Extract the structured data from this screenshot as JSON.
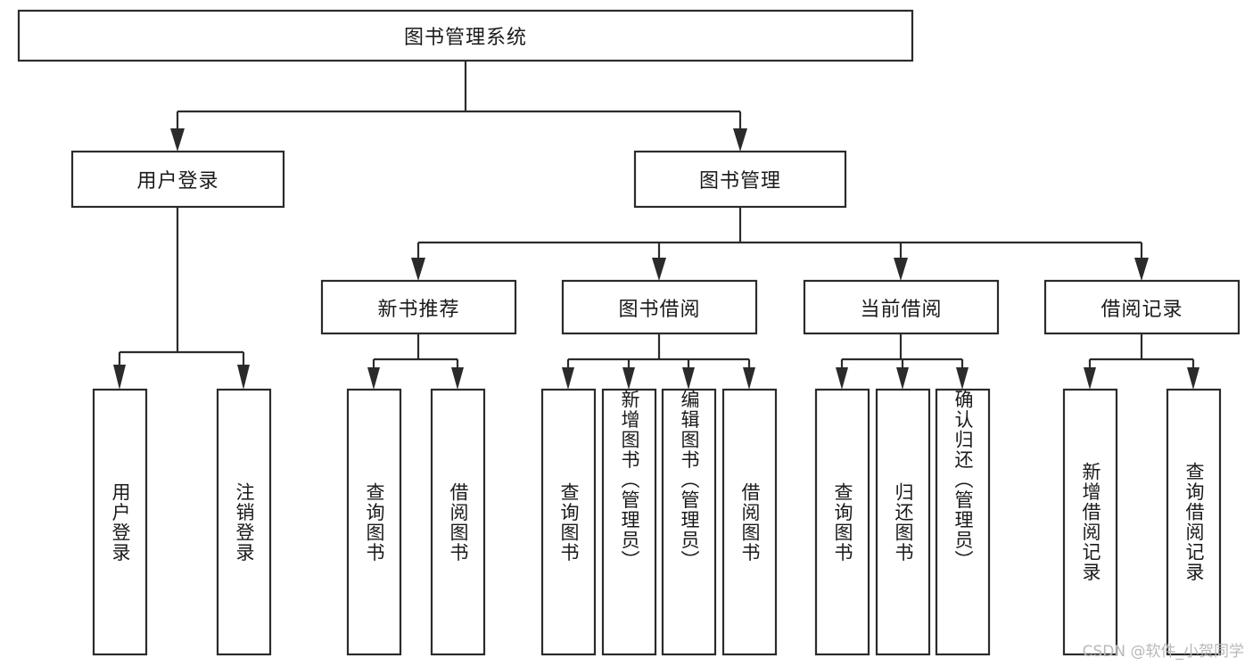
{
  "diagram": {
    "title": "图书管理系统",
    "type": "hierarchy-tree",
    "watermark": "CSDN @软件_小贺同学",
    "root": {
      "label": "图书管理系统"
    },
    "level1": [
      {
        "label": "用户登录"
      },
      {
        "label": "图书管理"
      }
    ],
    "level2": [
      {
        "label": "新书推荐"
      },
      {
        "label": "图书借阅"
      },
      {
        "label": "当前借阅"
      },
      {
        "label": "借阅记录"
      }
    ],
    "leaves": {
      "user_login": [
        {
          "label": "用户登录"
        },
        {
          "label": "注销登录"
        }
      ],
      "new_book_recommend": [
        {
          "label": "查询图书"
        },
        {
          "label": "借阅图书"
        }
      ],
      "book_borrow": [
        {
          "label": "查询图书"
        },
        {
          "label": "新增图书（管理员）"
        },
        {
          "label": "编辑图书（管理员）"
        },
        {
          "label": "借阅图书"
        }
      ],
      "current_borrow": [
        {
          "label": "查询图书"
        },
        {
          "label": "归还图书"
        },
        {
          "label": "确认归还（管理员）"
        }
      ],
      "borrow_record": [
        {
          "label": "新增借阅记录"
        },
        {
          "label": "查询借阅记录"
        }
      ]
    },
    "colors": {
      "stroke": "#2b2b2b",
      "fill": "#ffffff",
      "text": "#1a1a1a",
      "watermark": "#b8b8b8"
    }
  }
}
